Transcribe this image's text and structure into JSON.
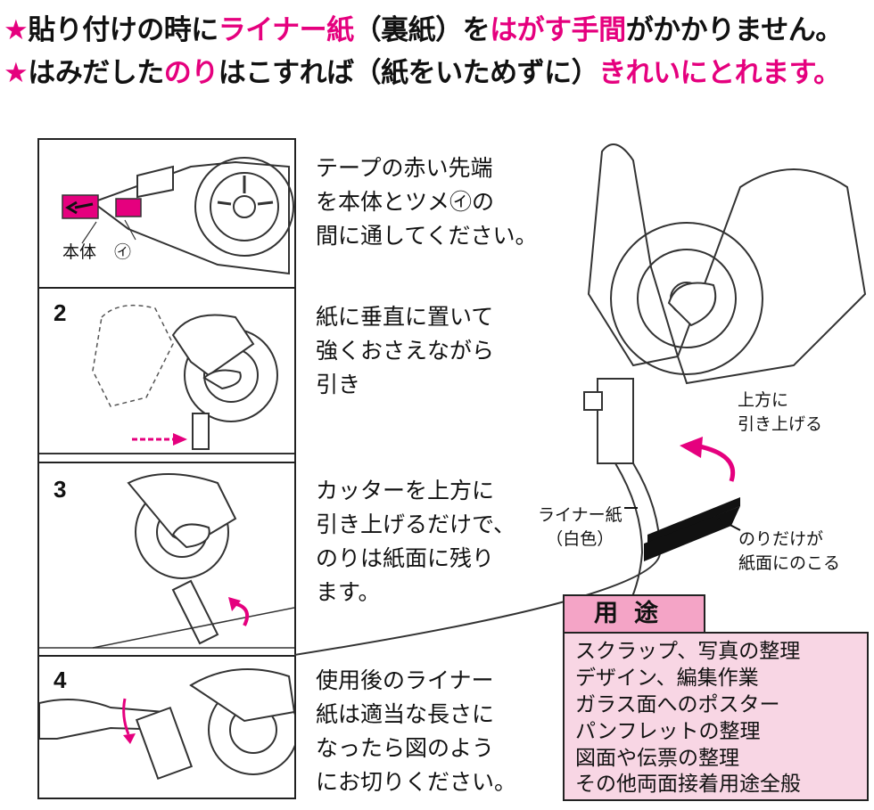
{
  "headline": {
    "line1": {
      "star": "★",
      "part1": "貼り付けの時に",
      "hl1": "ライナー紙",
      "part2": "（裏紙）を",
      "hl2": "はがす手間",
      "part3": "がかかりません。"
    },
    "line2": {
      "star": "★",
      "part1": "はみだした",
      "hl1": "のり",
      "part2": "はこすれば（紙をいためずに）",
      "hl2": "きれいにとれます。"
    }
  },
  "steps": [
    {
      "number": "",
      "text": "テープの赤い先端\nを本体とツメ㋑の\n間に通してください。",
      "labels": {
        "body": "本体",
        "claw": "㋑"
      }
    },
    {
      "number": "2",
      "text": "紙に垂直に置いて\n強くおさえながら\n引き"
    },
    {
      "number": "3",
      "text": "カッターを上方に\n引き上げるだけで、\nのりは紙面に残り\nます。"
    },
    {
      "number": "4",
      "text": "使用後のライナー\n紙は適当な長さに\nなったら図のよう\nにお切りください。"
    }
  ],
  "diagram": {
    "lift_label": "上方に\n引き上げる",
    "liner_label": "ライナー紙\n（白色）",
    "glue_label": "のりだけが\n紙面にのこる"
  },
  "usage": {
    "title": "用途",
    "items": [
      "スクラップ、写真の整理",
      "デザイン、編集作業",
      "ガラス面へのポスター",
      "パンフレットの整理",
      "図面や伝票の整理",
      "その他両面接着用途全般"
    ]
  },
  "colors": {
    "accent": "#e5007e",
    "usage_bg": "#f8d6e4",
    "usage_title_bg": "#f4a4c6"
  }
}
